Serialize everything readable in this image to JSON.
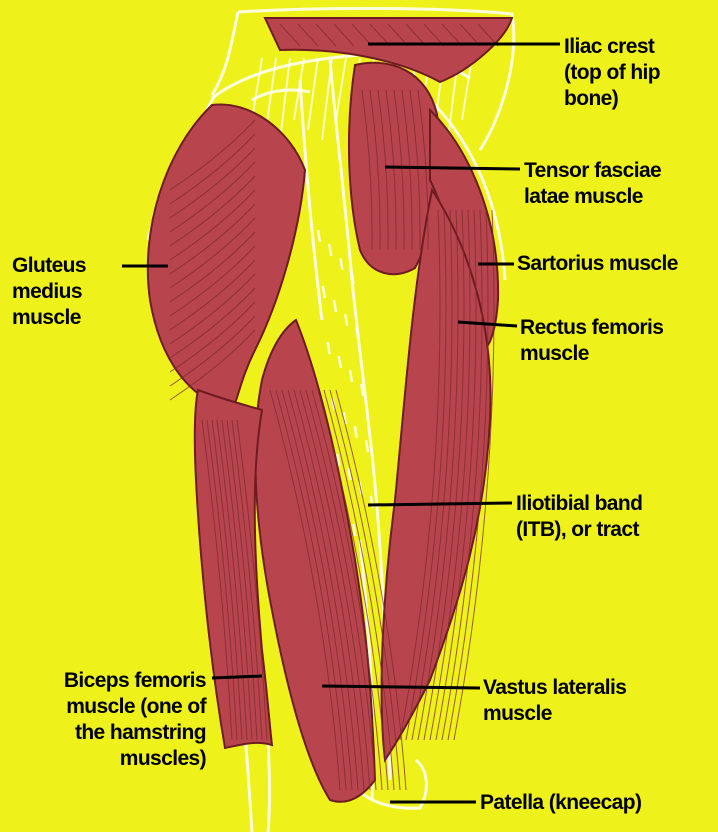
{
  "background_color": "#eef21a",
  "muscle_color": "#b8454e",
  "muscle_edge_color": "#6e1c22",
  "fiber_color": "#7d2a30",
  "fascia_color": "#ffffff",
  "labels": {
    "iliac_crest": [
      "Iliac crest",
      "(top of hip",
      "bone)"
    ],
    "tensor_fasciae_latae": [
      "Tensor fasciae",
      "latae muscle"
    ],
    "sartorius": [
      "Sartorius muscle"
    ],
    "rectus_femoris": [
      "Rectus femoris",
      "muscle"
    ],
    "gluteus_medius": [
      "Gluteus",
      "medius",
      "muscle"
    ],
    "iliotibial_band": [
      "Iliotibial band",
      "(ITB), or tract"
    ],
    "biceps_femoris": [
      "Biceps femoris",
      "muscle (one of",
      "the hamstring",
      "muscles)"
    ],
    "vastus_lateralis": [
      "Vastus lateralis",
      "muscle"
    ],
    "patella": [
      "Patella (kneecap)"
    ]
  }
}
